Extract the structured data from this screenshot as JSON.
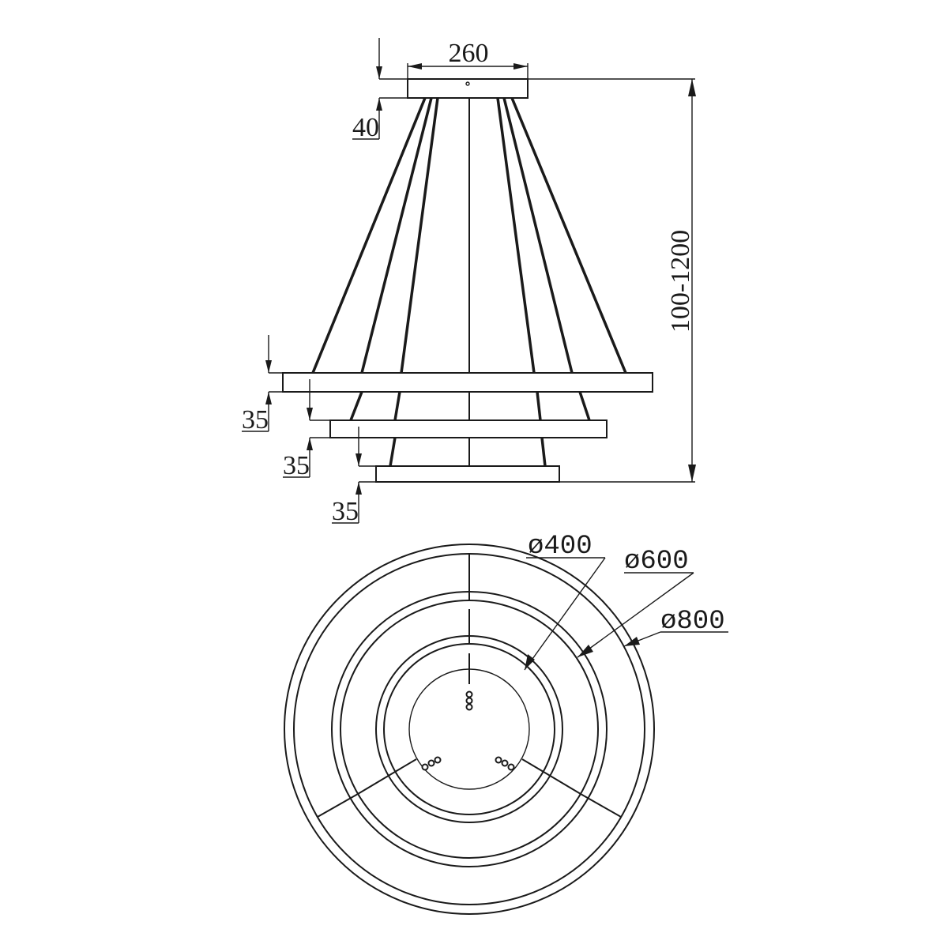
{
  "side_view": {
    "canopy_width": "260",
    "canopy_height": "40",
    "suspension_height": "100-1200",
    "ring_thickness_top": "35",
    "ring_thickness_middle": "35",
    "ring_thickness_bottom": "35"
  },
  "top_view": {
    "diameter_small": "ø400",
    "diameter_medium": "ø600",
    "diameter_large": "ø800"
  },
  "colors": {
    "line": "#1a1a1a",
    "background": "#ffffff"
  }
}
